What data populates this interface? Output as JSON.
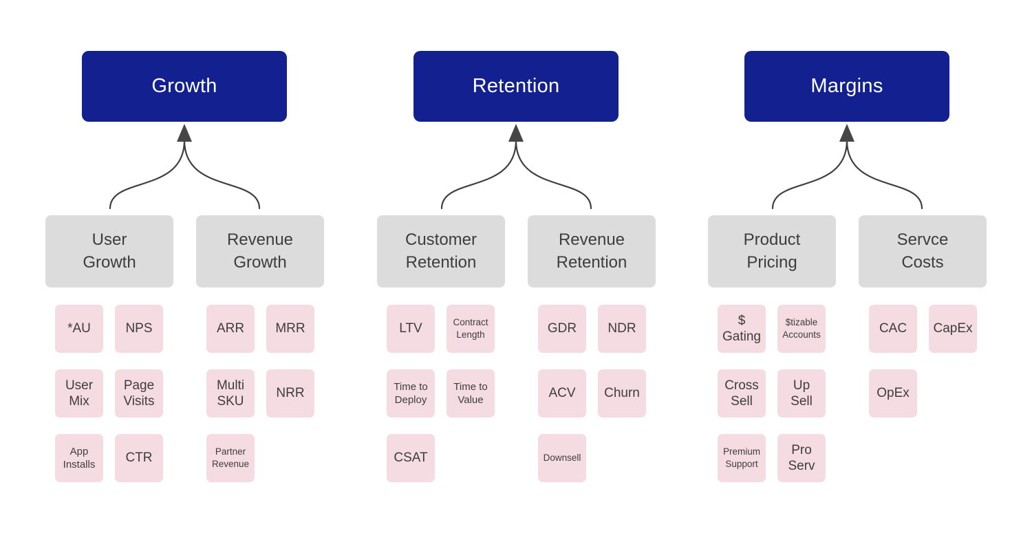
{
  "colors": {
    "primary": "#12218f",
    "node_bg": "#dcdcdc",
    "metric_bg": "#f5dce2",
    "line": "#3f3f3f",
    "text": "#3d3d3d",
    "text_on_primary": "#ffffff"
  },
  "diagram": {
    "columns": [
      {
        "title": "Growth",
        "groups": [
          {
            "label": "User\nGrowth",
            "metrics": [
              {
                "label": "*AU"
              },
              {
                "label": "NPS"
              },
              {
                "label": "User\nMix"
              },
              {
                "label": "Page\nVisits"
              },
              {
                "label": "App\nInstalls"
              },
              {
                "label": "CTR"
              }
            ]
          },
          {
            "label": "Revenue\nGrowth",
            "metrics": [
              {
                "label": "ARR"
              },
              {
                "label": "MRR"
              },
              {
                "label": "Multi\nSKU"
              },
              {
                "label": "NRR"
              },
              {
                "label": "Partner\nRevenue"
              }
            ]
          }
        ]
      },
      {
        "title": "Retention",
        "groups": [
          {
            "label": "Customer\nRetention",
            "metrics": [
              {
                "label": "LTV"
              },
              {
                "label": "Contract\nLength"
              },
              {
                "label": "Time to\nDeploy"
              },
              {
                "label": "Time to\nValue"
              },
              {
                "label": "CSAT"
              }
            ]
          },
          {
            "label": "Revenue\nRetention",
            "metrics": [
              {
                "label": "GDR"
              },
              {
                "label": "NDR"
              },
              {
                "label": "ACV"
              },
              {
                "label": "Churn"
              },
              {
                "label": "Downsell"
              }
            ]
          }
        ]
      },
      {
        "title": "Margins",
        "groups": [
          {
            "label": "Product\nPricing",
            "metrics": [
              {
                "label": "$\nGating"
              },
              {
                "label": "$tizable\nAccounts"
              },
              {
                "label": "Cross\nSell"
              },
              {
                "label": "Up\nSell"
              },
              {
                "label": "Premium\nSupport"
              },
              {
                "label": "Pro\nServ"
              }
            ]
          },
          {
            "label": "Servce\nCosts",
            "metrics": [
              {
                "label": "CAC"
              },
              {
                "label": "CapEx"
              },
              {
                "label": "OpEx"
              }
            ]
          }
        ]
      }
    ]
  }
}
